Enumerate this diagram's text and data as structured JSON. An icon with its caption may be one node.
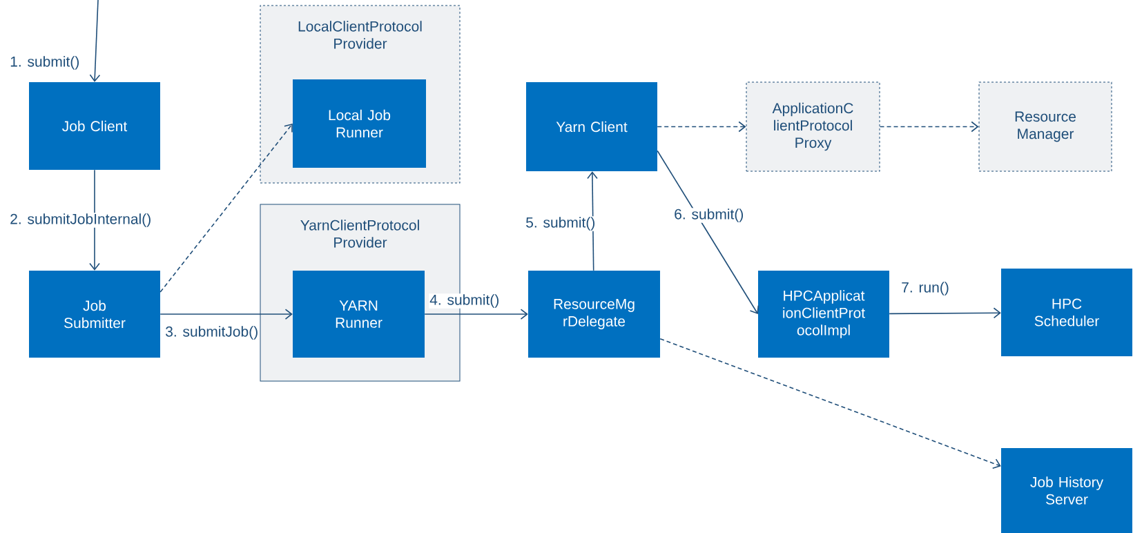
{
  "diagram": {
    "nodes": [
      {
        "text": [
          "Job Client"
        ]
      },
      {
        "text": [
          "LocalClientProtocol Provider"
        ]
      },
      {
        "text": [
          "Local Job Runner"
        ],
        "in": 1
      },
      {
        "text": [
          "Yarn Client"
        ]
      },
      {
        "text": [
          "ApplicationC lientProtocol Proxy"
        ]
      },
      {
        "text": [
          "Resource Manager"
        ]
      },
      {
        "text": [
          "Job Submitter"
        ]
      },
      {
        "text": [
          "YarnClientProtocol Provider"
        ]
      },
      {
        "text": [
          "YARN Runner"
        ],
        "in": 7
      },
      {
        "text": [
          "ResourceMg rDelegate"
        ]
      },
      {
        "text": [
          "HPCApplicat ionClientProt ocolImpl"
        ]
      },
      {
        "text": [
          "HPC Scheduler"
        ]
      },
      {
        "text": [
          "Job History Server"
        ]
      }
    ],
    "edges": [
      {
        "from": null,
        "to": 0,
        "arrow": "to",
        "label": "1. submit()"
      },
      {
        "from": 0,
        "to": 6,
        "arrow": "to",
        "label": "2. submitJobInternal()"
      },
      {
        "from": 6,
        "to": 2,
        "arrow": "to",
        "style": "dashed"
      },
      {
        "from": 6,
        "to": 8,
        "arrow": "to",
        "label": "3. submitJob()"
      },
      {
        "from": 8,
        "to": 9,
        "arrow": "to",
        "label": "4. submit()"
      },
      {
        "from": 9,
        "to": 3,
        "arrow": "to",
        "label": "5. submit()"
      },
      {
        "from": 3,
        "to": 4,
        "arrow": "to",
        "style": "dashed"
      },
      {
        "from": 4,
        "to": 5,
        "arrow": "to",
        "style": "dashed"
      },
      {
        "from": 3,
        "to": 10,
        "arrow": "to",
        "label": "6. submit()"
      },
      {
        "from": 10,
        "to": 11,
        "arrow": "to",
        "label": "7. run()"
      },
      {
        "from": 9,
        "to": 12,
        "arrow": "to",
        "style": "dashed"
      }
    ]
  }
}
